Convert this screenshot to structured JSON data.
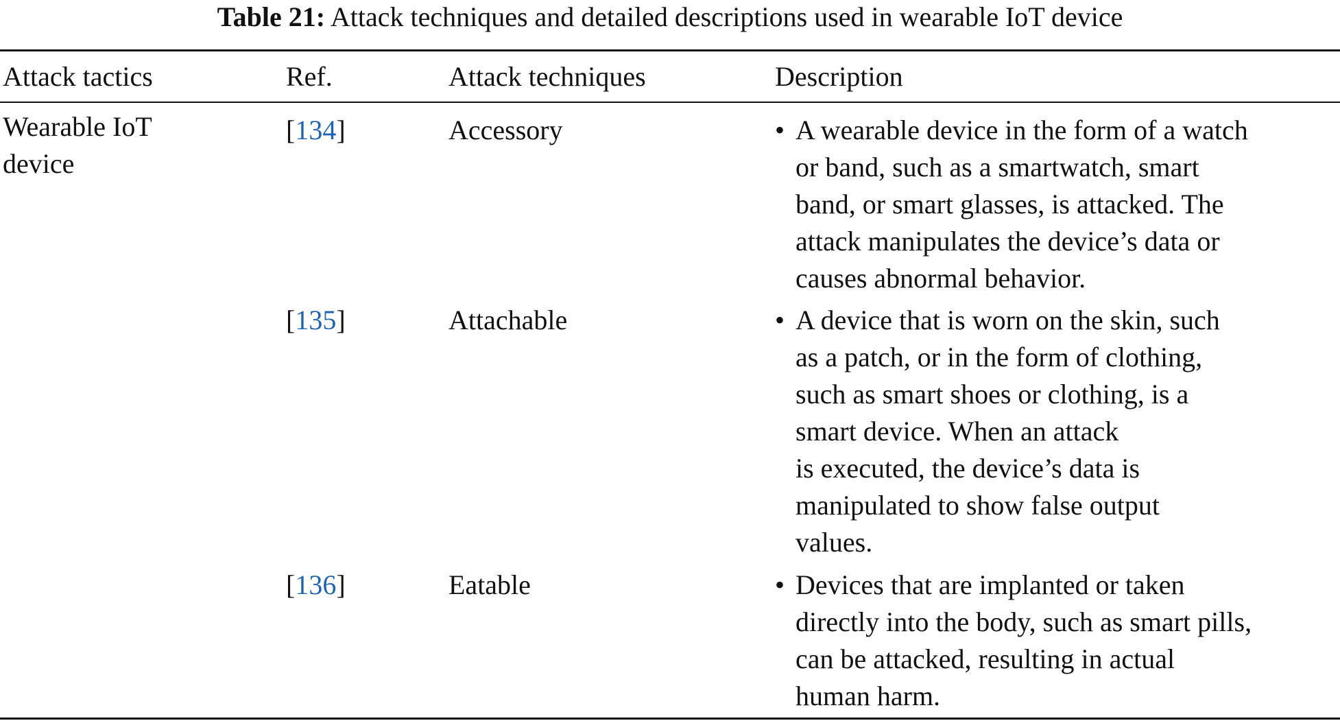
{
  "caption": {
    "label": "Table 21:",
    "text": "Attack techniques and detailed descriptions used in wearable IoT device"
  },
  "headers": {
    "tactics": "Attack tactics",
    "ref": "Ref.",
    "techniques": "Attack techniques",
    "description": "Description"
  },
  "tactic": {
    "line1": "Wearable IoT",
    "line2": "device"
  },
  "rows": [
    {
      "ref_open": "[",
      "ref": "134",
      "ref_close": "]",
      "technique": "Accessory",
      "bullet": "•",
      "description_lines": [
        "A wearable device in the form of a watch",
        "or band, such as a smartwatch, smart",
        "band, or smart glasses, is attacked. The",
        "attack manipulates the device’s data or",
        "causes abnormal behavior."
      ]
    },
    {
      "ref_open": "[",
      "ref": "135",
      "ref_close": "]",
      "technique": "Attachable",
      "bullet": "•",
      "description_lines": [
        "A device that is worn on the skin, such",
        "as a patch, or in the form of clothing,",
        "such as smart shoes or clothing, is a",
        "smart device. When an attack",
        "is executed, the device’s data is",
        "manipulated to show false output",
        "values."
      ]
    },
    {
      "ref_open": "[",
      "ref": "136",
      "ref_close": "]",
      "technique": "Eatable",
      "bullet": "•",
      "description_lines": [
        "Devices that are implanted or taken",
        "directly into the body, such as smart pills,",
        "can be attacked, resulting in actual",
        "human harm."
      ]
    }
  ]
}
